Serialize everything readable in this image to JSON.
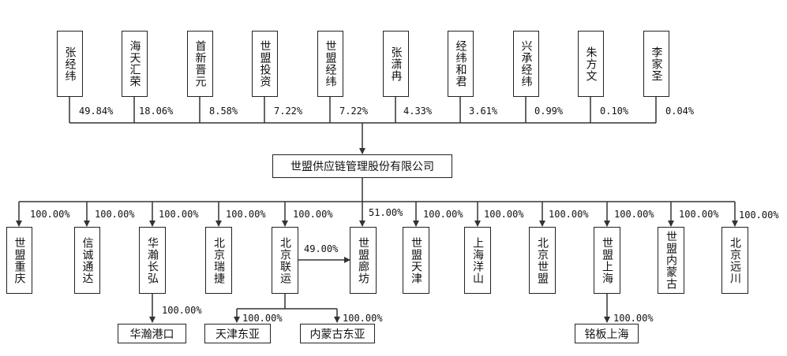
{
  "shareholders": [
    {
      "name": "张经纬",
      "share": "49.84%"
    },
    {
      "name": "海天汇荣",
      "share": "18.06%"
    },
    {
      "name": "首新晋元",
      "share": "8.58%"
    },
    {
      "name": "世盟投资",
      "share": "7.22%"
    },
    {
      "name": "世盟经纬",
      "share": "7.22%"
    },
    {
      "name": "张潇冉",
      "share": "4.33%"
    },
    {
      "name": "经纬和君",
      "share": "3.61%"
    },
    {
      "name": "兴承经纬",
      "share": "0.99%"
    },
    {
      "name": "朱方文",
      "share": "0.10%"
    },
    {
      "name": "李家圣",
      "share": "0.04%"
    }
  ],
  "company": {
    "name": "世盟供应链管理股份有限公司"
  },
  "subsidiaries": [
    {
      "name": "世盟重庆",
      "share": "100.00%"
    },
    {
      "name": "信诚通达",
      "share": "100.00%"
    },
    {
      "name": "华瀚长弘",
      "share": "100.00%"
    },
    {
      "name": "北京瑞捷",
      "share": "100.00%"
    },
    {
      "name": "北京联运",
      "share": "100.00%"
    },
    {
      "name": "世盟廊坊",
      "share": "51.00%"
    },
    {
      "name": "世盟天津",
      "share": "100.00%"
    },
    {
      "name": "上海洋山",
      "share": "100.00%"
    },
    {
      "name": "北京世盟",
      "share": "100.00%"
    },
    {
      "name": "世盟上海",
      "share": "100.00%"
    },
    {
      "name": "世盟内蒙古",
      "share": "100.00%"
    },
    {
      "name": "北京远川",
      "share": "100.00%"
    }
  ],
  "cross_holding": {
    "from": "北京联运",
    "to": "世盟廊坊",
    "share": "49.00%"
  },
  "level3": [
    {
      "parent": "华瀚长弘",
      "name": "华瀚港口",
      "share": "100.00%"
    },
    {
      "parent": "北京联运",
      "name": "天津东亚",
      "share": "100.00%"
    },
    {
      "parent": "北京联运",
      "name": "内蒙古东亚",
      "share": "100.00%"
    },
    {
      "parent": "世盟上海",
      "name": "铭板上海",
      "share": "100.00%"
    }
  ]
}
